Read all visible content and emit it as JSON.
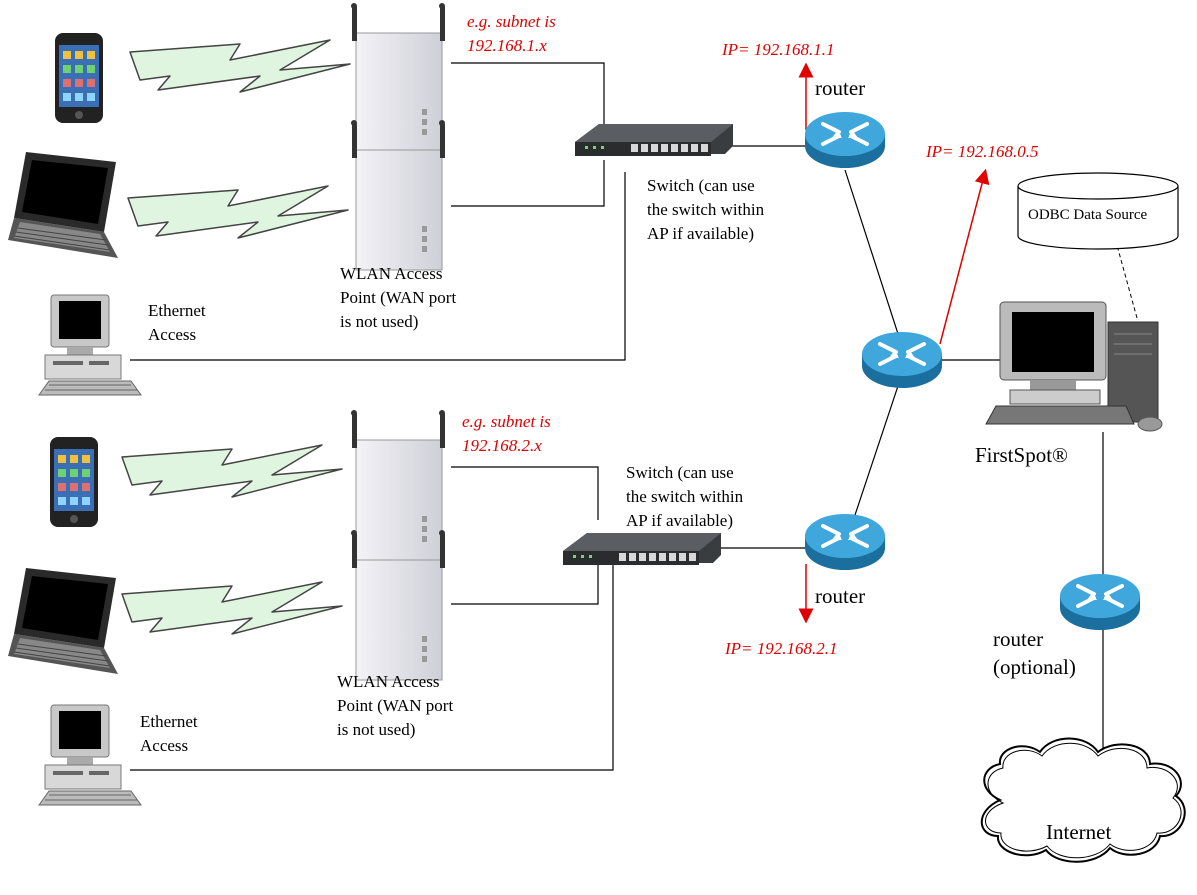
{
  "colors": {
    "accent_red": "#e00000",
    "router_blue": "#2b93c9",
    "bolt_green": "#dff5df"
  },
  "top_group": {
    "subnet_label": "e.g. subnet is\n192.168.1.x",
    "router_ip": "IP= 192.168.1.1",
    "router_label": "router",
    "switch_label": "Switch (can use\nthe switch within\nAP if available)",
    "ap_label": "WLAN Access\nPoint (WAN port\nis not used)",
    "ethernet_label": "Ethernet\nAccess"
  },
  "bottom_group": {
    "subnet_label": "e.g. subnet is\n192.168.2.x",
    "router_ip": "IP= 192.168.2.1",
    "router_label": "router",
    "switch_label": "Switch (can use\nthe switch within\nAP if available)",
    "ap_label": "WLAN Access\nPoint (WAN port\nis not used)",
    "ethernet_label": "Ethernet\nAccess"
  },
  "core": {
    "ip_label": "IP= 192.168.0.5",
    "db_label": "ODBC Data Source",
    "server_label": "FirstSpot®",
    "optional_router_label": "router\n(optional)",
    "internet_label": "Internet"
  }
}
